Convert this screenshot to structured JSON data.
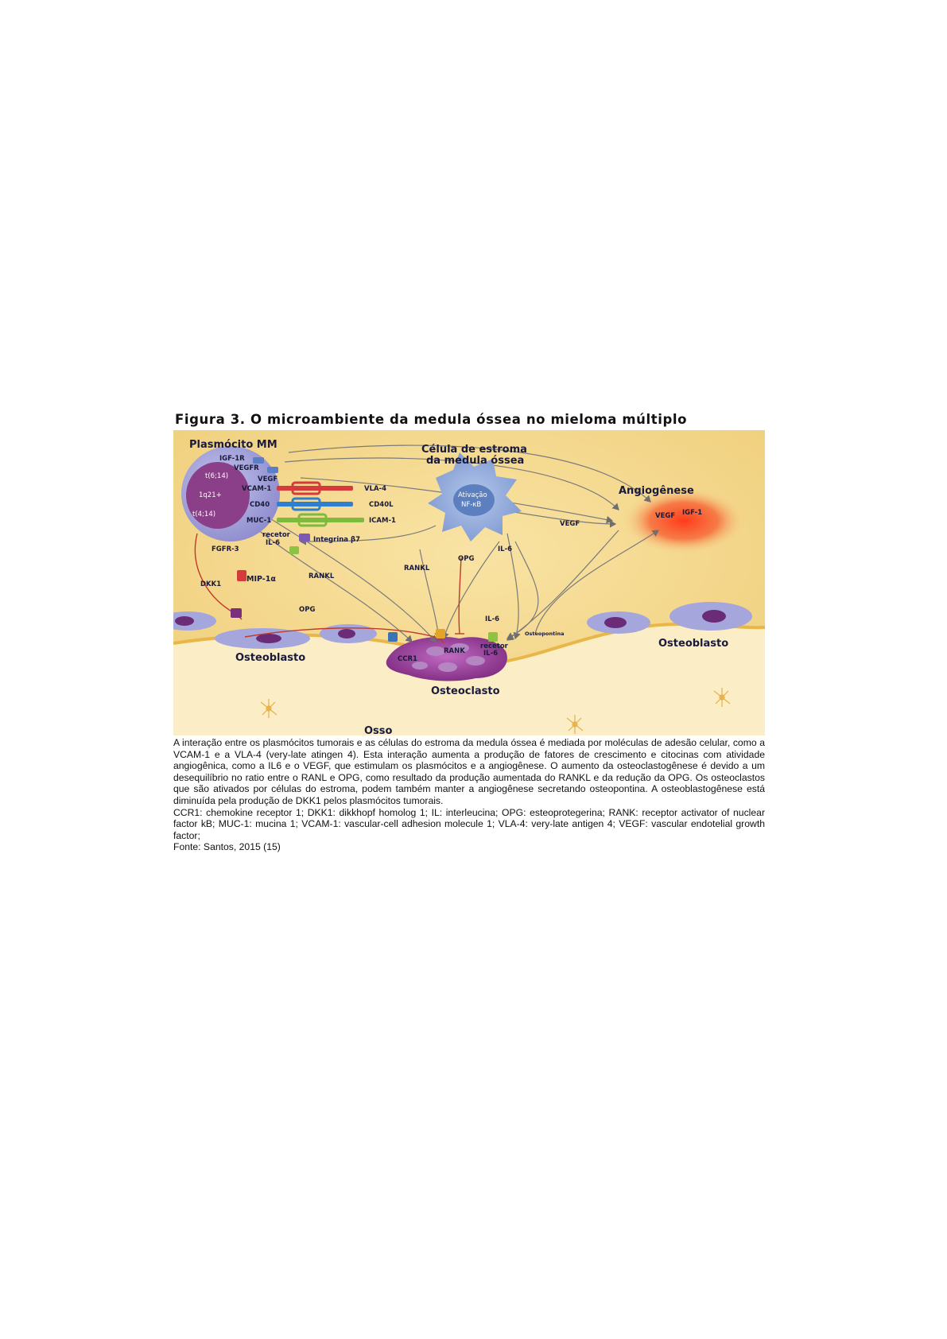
{
  "figure": {
    "title": "Figura 3. O microambiente da medula óssea no mieloma múltiplo"
  },
  "diagram": {
    "plasmocito_label": "Plasmócito MM",
    "estroma_label_line1": "Célula de estroma",
    "estroma_label_line2": "da medula óssea",
    "angiogenese_label": "Angiogênese",
    "osteoblasto_left_label": "Osteoblasto",
    "osteoblasto_right_label": "Osteoblasto",
    "osteoclasto_label": "Osteoclasto",
    "osso_label": "Osso",
    "ativacao_line1": "Ativação",
    "ativacao_line2": "NF-κB",
    "nucleus": {
      "t614": "t(6;14)",
      "q21": "1q21+",
      "t414": "t(4;14)"
    },
    "markers": {
      "igf1r": "IGF-1R",
      "vegfr": "VEGFR",
      "vegf_cell": "VEGF",
      "vcam1": "VCAM-1",
      "cd40": "CD40",
      "muc1": "MUC-1",
      "vla4": "VLA-4",
      "cd40l": "CD40L",
      "icam1": "ICAM-1",
      "recetor_il6_line1": "recetor",
      "recetor_il6_line2": "IL-6",
      "integrina": "Integrina β7",
      "fgfr3": "FGFR-3",
      "mip1a": "MIP-1α",
      "dkk1": "DKK1",
      "rankl_left": "RANKL",
      "rankl_right": "RANKL",
      "opg_stroma": "OPG",
      "opg_left": "OPG",
      "il6_stroma": "IL-6",
      "il6_bone": "IL-6",
      "vegf_arrow": "VEGF",
      "vegf_angio": "VEGF",
      "igf1_angio": "IGF-1",
      "rank": "RANK",
      "recetor_osteo_line1": "recetor",
      "recetor_osteo_line2": "IL-6",
      "ccr1": "CCR1",
      "osteopontina": "Osteopontina"
    }
  },
  "caption": {
    "paragraph": "A interação entre os plasmócitos tumorais e as células do estroma da medula óssea é mediada por moléculas de adesão celular, como a VCAM-1  e a VLA-4 (very-late atingen 4). Esta interação aumenta a produção de fatores de crescimento e citocinas com atividade angiogênica, como a IL6 e o VEGF, que estimulam os plasmócitos e a angiogênese. O aumento da osteoclastogênese é devido a um desequilíbrio no ratio entre o RANL e OPG, como resultado da produção aumentada do RANKL e da redução da OPG. Os osteoclastos que são ativados por células do estroma, podem também manter a angiogênese secretando osteopontina. A osteoblastogênese está diminuída pela produção de DKK1 pelos plasmócitos tumorais.",
    "abbreviations": "CCR1: chemokine receptor 1; DKK1: dikkhopf homolog 1; IL: interleucina; OPG: esteoprotegerina; RANK: receptor activator of nuclear factor kB; MUC-1: mucina 1; VCAM-1: vascular-cell adhesion molecule 1; VLA-4: very-late antigen 4; VEGF: vascular endotelial growth factor;",
    "source": "Fonte: Santos, 2015 (15)"
  },
  "colors": {
    "background": "#f5d98f",
    "bone": "#fbeec6",
    "plasma_cell": "#a9a8dc",
    "plasma_nucleus": "#8a3f88",
    "stroma_cell": "#8fa9d8",
    "angiogenesis": "#f0502a",
    "osteoclast": "#9a3f9c",
    "arrow": "#6f6f6f",
    "inhibition": "#c0392b",
    "vcam_bar": "#d63a3a",
    "cd40_bar": "#2f7fd1",
    "muc_bar": "#7dbb3c"
  }
}
